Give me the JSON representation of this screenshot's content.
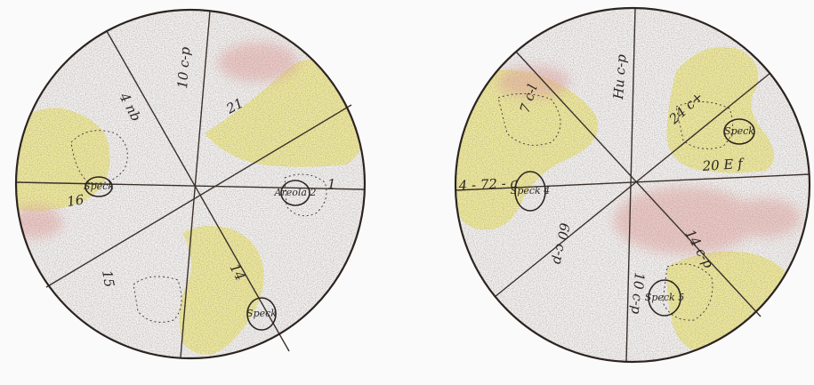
{
  "colors": {
    "paper": "#fbfafa",
    "ink": "#2b2420",
    "stipple": "#6f6a66",
    "yellow_wash": "#efe98a",
    "pink_wash": "#e9a7a2"
  },
  "left_disk": {
    "labels": {
      "upper_left": "4 nb",
      "top": "10 c-p",
      "upper_right": "21",
      "left": "16",
      "lower_left": "15",
      "lower_right": "14",
      "right": "1",
      "circled_left": "Speck",
      "circled_right": "Areola 2",
      "circled_bottom": "Speck"
    }
  },
  "right_disk": {
    "labels": {
      "upper_left": "7 c-l",
      "top": "Hu c-p",
      "upper_right": "24 c+",
      "right": "20 E f",
      "left": "4 - 72 - a",
      "lower_left": "60 c-p",
      "bottom": "10 c-p",
      "lower_right": "14 c-p",
      "circled_upper_right": "Speck",
      "circled_left": "Speck 4",
      "circled_bottom": "Speck 5"
    }
  }
}
